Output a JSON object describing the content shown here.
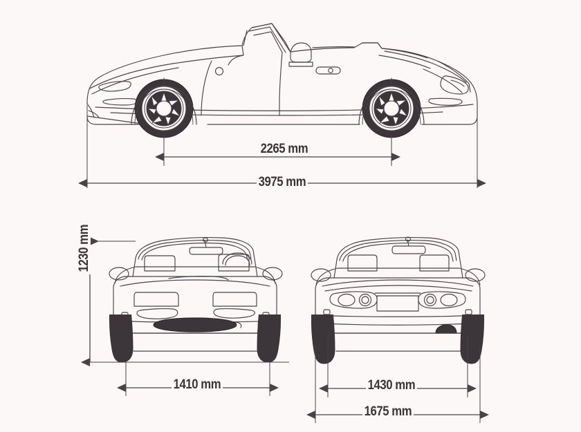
{
  "document": {
    "subject": "automotive-dimensional-drawing",
    "vehicle": "two-seat convertible roadster",
    "background_color": "#fbf8f7",
    "line_color": "#4a4247",
    "text_color": "#3a3436",
    "tire_color": "#3c3539"
  },
  "views": {
    "side": {
      "name": "side-elevation-view"
    },
    "front": {
      "name": "front-elevation-view"
    },
    "rear": {
      "name": "rear-elevation-view"
    }
  },
  "dimensions": {
    "wheelbase": {
      "value": "2265 mm",
      "view": "side"
    },
    "overall_length": {
      "value": "3975 mm",
      "view": "side"
    },
    "overall_height": {
      "value": "1230 mm",
      "view": "front"
    },
    "front_track": {
      "value": "1410 mm",
      "view": "front"
    },
    "rear_track": {
      "value": "1430 mm",
      "view": "rear"
    },
    "overall_width": {
      "value": "1675 mm",
      "view": "rear"
    }
  }
}
